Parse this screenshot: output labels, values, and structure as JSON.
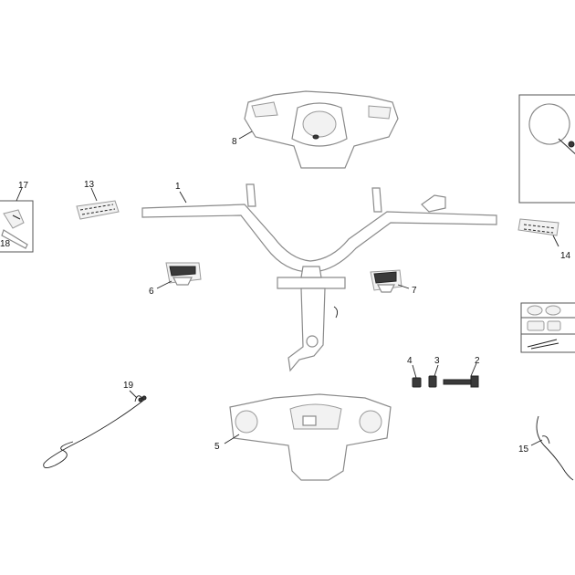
{
  "callouts": {
    "c1": "1",
    "c2": "2",
    "c3": "3",
    "c4": "4",
    "c5": "5",
    "c6": "6",
    "c7": "7",
    "c8": "8",
    "c13": "13",
    "c14": "14",
    "c15": "15",
    "c17": "17",
    "c18": "18",
    "c19": "19"
  }
}
